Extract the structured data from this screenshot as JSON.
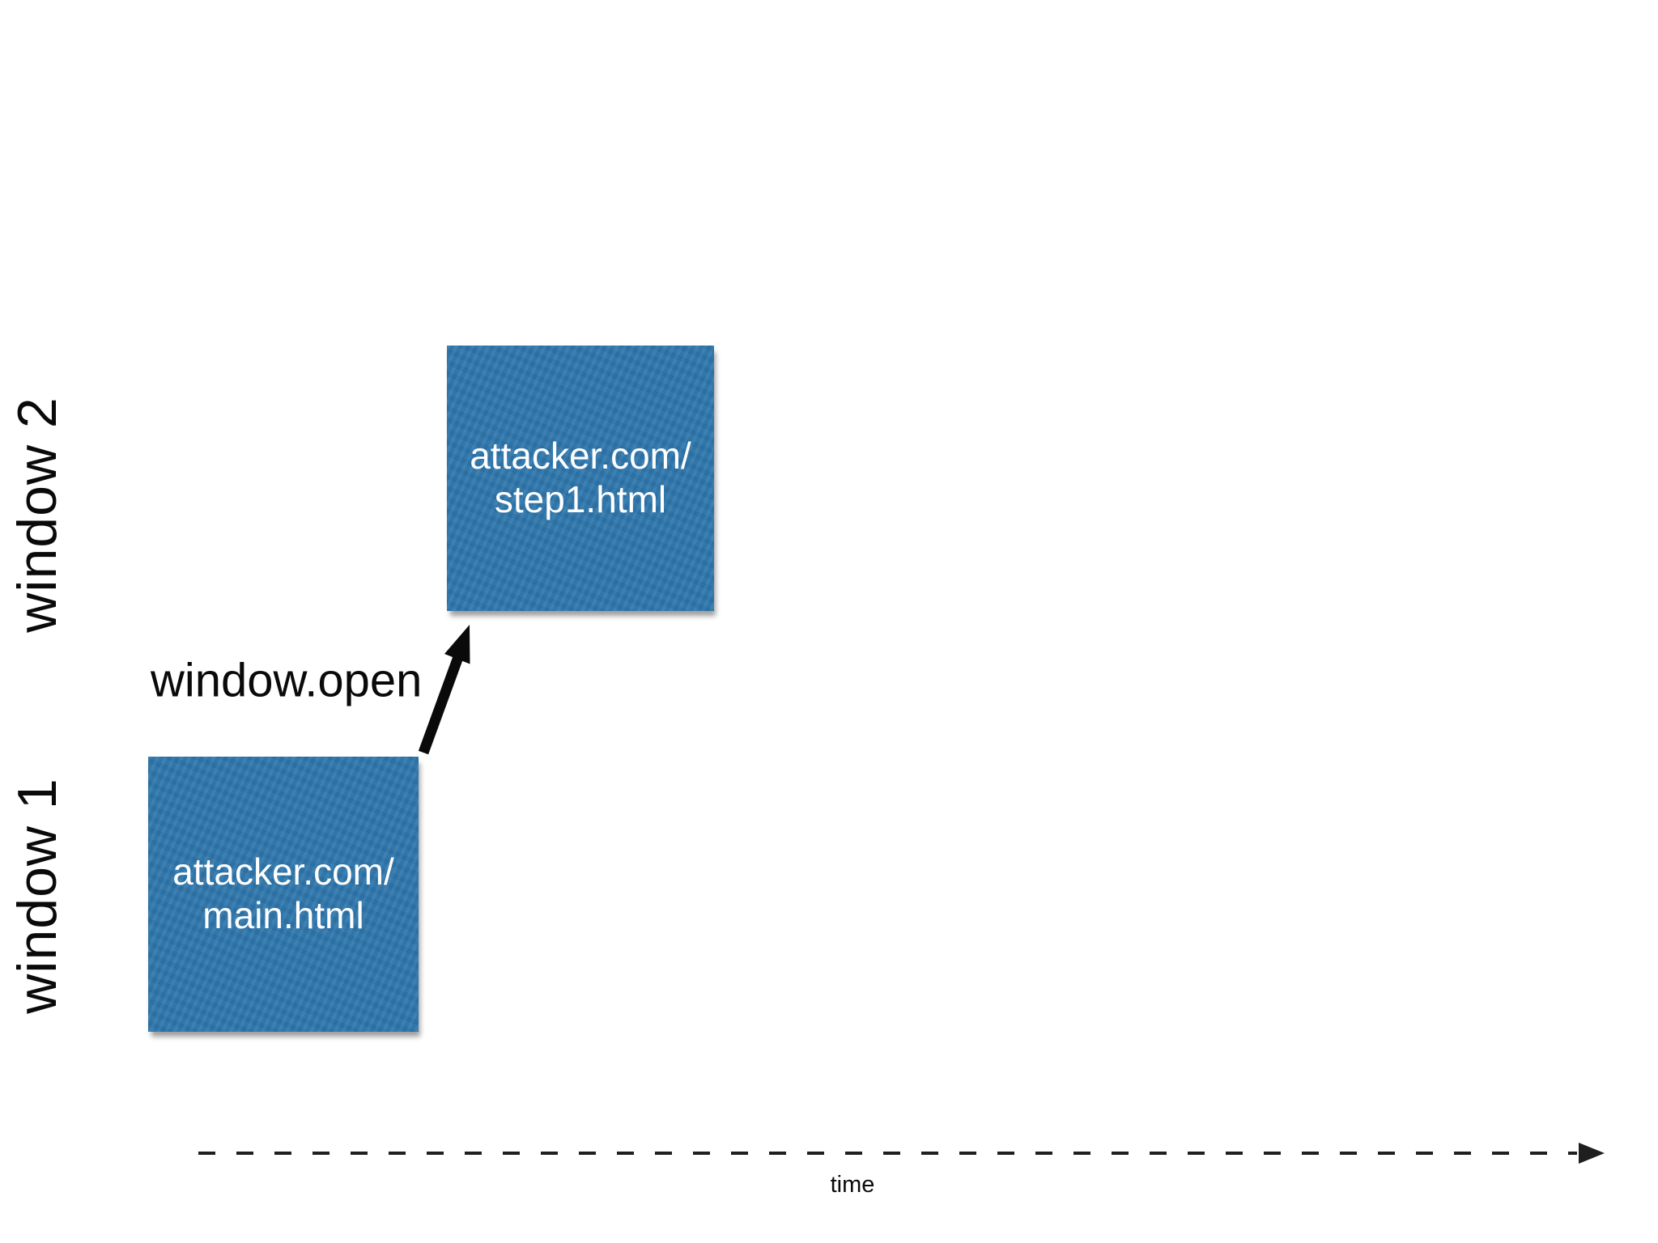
{
  "slide": {
    "y_axis": {
      "window2_label": "window 2",
      "window1_label": "window 1"
    },
    "windows": [
      {
        "row": "window 2",
        "url_line1": "attacker.com/",
        "url_line2": "step1.html"
      },
      {
        "row": "window 1",
        "url_line1": "attacker.com/",
        "url_line2": "main.html"
      }
    ],
    "transition": {
      "label": "window.open"
    },
    "x_axis": {
      "label": "time"
    },
    "colors": {
      "canvas_bg": "#ffffff",
      "box_fill": "#2e76ac",
      "box_text": "#ffffff",
      "text": "#0a0a0a",
      "arrow": "#0a0a0a",
      "timeline": "#1f1f1f"
    }
  }
}
